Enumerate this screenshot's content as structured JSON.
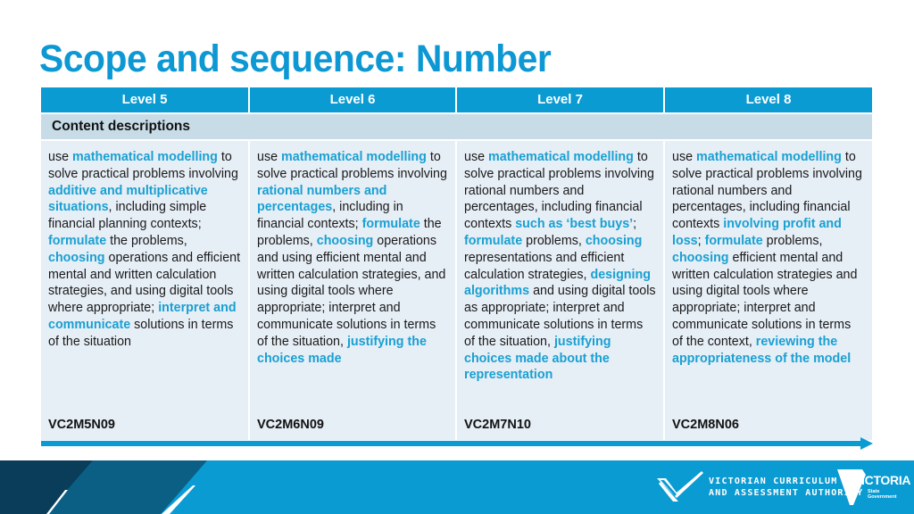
{
  "page": {
    "title": "Scope and sequence: Number"
  },
  "table": {
    "columns": [
      {
        "label": "Level 5"
      },
      {
        "label": "Level 6"
      },
      {
        "label": "Level 7"
      },
      {
        "label": "Level 8"
      }
    ],
    "section_label": "Content descriptions",
    "cells": [
      {
        "segments": [
          {
            "text": "use ",
            "highlight": false
          },
          {
            "text": "mathematical modelling",
            "highlight": true
          },
          {
            "text": " to solve practical problems involving ",
            "highlight": false
          },
          {
            "text": "additive and multiplicative situations",
            "highlight": true
          },
          {
            "text": ", including simple financial planning contexts; ",
            "highlight": false
          },
          {
            "text": "formulate",
            "highlight": true
          },
          {
            "text": " the problems, ",
            "highlight": false
          },
          {
            "text": "choosing",
            "highlight": true
          },
          {
            "text": " operations and efficient mental and written calculation strategies, and using digital tools where appropriate; ",
            "highlight": false
          },
          {
            "text": "interpret and communicate",
            "highlight": true
          },
          {
            "text": " solutions in terms of the situation",
            "highlight": false
          }
        ],
        "code": "VC2M5N09"
      },
      {
        "segments": [
          {
            "text": "use ",
            "highlight": false
          },
          {
            "text": "mathematical modelling",
            "highlight": true
          },
          {
            "text": " to solve practical problems involving ",
            "highlight": false
          },
          {
            "text": "rational numbers and percentages",
            "highlight": true
          },
          {
            "text": ", including in financial contexts; ",
            "highlight": false
          },
          {
            "text": "formulate",
            "highlight": true
          },
          {
            "text": " the problems, ",
            "highlight": false
          },
          {
            "text": "choosing",
            "highlight": true
          },
          {
            "text": " operations and using efficient mental and written calculation strategies, and using digital tools where appropriate; interpret and communicate solutions in terms of the situation, ",
            "highlight": false
          },
          {
            "text": "justifying the choices made",
            "highlight": true
          }
        ],
        "code": "VC2M6N09"
      },
      {
        "segments": [
          {
            "text": "use ",
            "highlight": false
          },
          {
            "text": "mathematical modelling",
            "highlight": true
          },
          {
            "text": " to solve practical problems involving rational numbers and percentages, including financial contexts ",
            "highlight": false
          },
          {
            "text": "such as ‘best buys’",
            "highlight": true
          },
          {
            "text": "; ",
            "highlight": false
          },
          {
            "text": "formulate",
            "highlight": true
          },
          {
            "text": " problems, ",
            "highlight": false
          },
          {
            "text": "choosing",
            "highlight": true
          },
          {
            "text": " representations and efficient calculation strategies, ",
            "highlight": false
          },
          {
            "text": "designing algorithms",
            "highlight": true
          },
          {
            "text": " and using digital tools as appropriate; interpret and communicate solutions in terms of the situation, ",
            "highlight": false
          },
          {
            "text": "justifying choices made about the representation",
            "highlight": true
          }
        ],
        "code": "VC2M7N10"
      },
      {
        "segments": [
          {
            "text": "use ",
            "highlight": false
          },
          {
            "text": "mathematical modelling",
            "highlight": true
          },
          {
            "text": " to solve practical problems involving rational numbers and percentages, including financial contexts ",
            "highlight": false
          },
          {
            "text": "involving profit and loss",
            "highlight": true
          },
          {
            "text": "; ",
            "highlight": false
          },
          {
            "text": "formulate",
            "highlight": true
          },
          {
            "text": " problems, ",
            "highlight": false
          },
          {
            "text": "choosing",
            "highlight": true
          },
          {
            "text": " efficient mental and written calculation strategies and using digital tools where appropriate; interpret and communicate solutions in terms of the context, ",
            "highlight": false
          },
          {
            "text": "reviewing the appropriateness of the model",
            "highlight": true
          }
        ],
        "code": "VC2M8N06"
      }
    ]
  },
  "footer": {
    "vcaa_line1": "VICTORIAN CURRICULUM",
    "vcaa_line2": "AND ASSESSMENT AUTHORITY",
    "vic_logo_text": "VICTORIA",
    "vic_sub_line1": "State",
    "vic_sub_line2": "Government"
  },
  "colors": {
    "title": "#0d98d4",
    "header_bg": "#0a9bd2",
    "section_bg": "#c8dce8",
    "cell_bg": "#e6eef6",
    "highlight": "#1aa0d2",
    "footer_bg": "#0a9bd2"
  },
  "icons": {
    "timeline_arrow": "arrow-right-icon",
    "vcaa_logo": "vcaa-tick-logo-icon",
    "vic_logo": "victoria-map-logo-icon"
  }
}
